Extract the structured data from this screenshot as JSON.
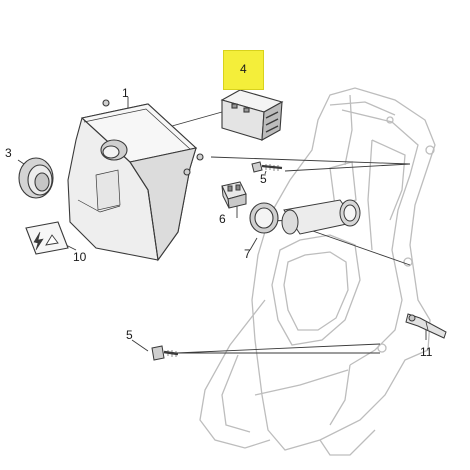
{
  "callouts": {
    "c1": "1",
    "c3": "3",
    "c4": "4",
    "c5a": "5",
    "c5b": "5",
    "c6": "6",
    "c7": "7",
    "c10": "10",
    "c11": "11"
  },
  "colors": {
    "highlight": "#f4ee3a",
    "line": "#3a3a3a",
    "ghost": "#bdbdbd",
    "part_fill": "#f2f2f2",
    "part_shade": "#d9d9d9"
  },
  "icons": {
    "warning_label": "lightning-triangle-label-icon"
  }
}
